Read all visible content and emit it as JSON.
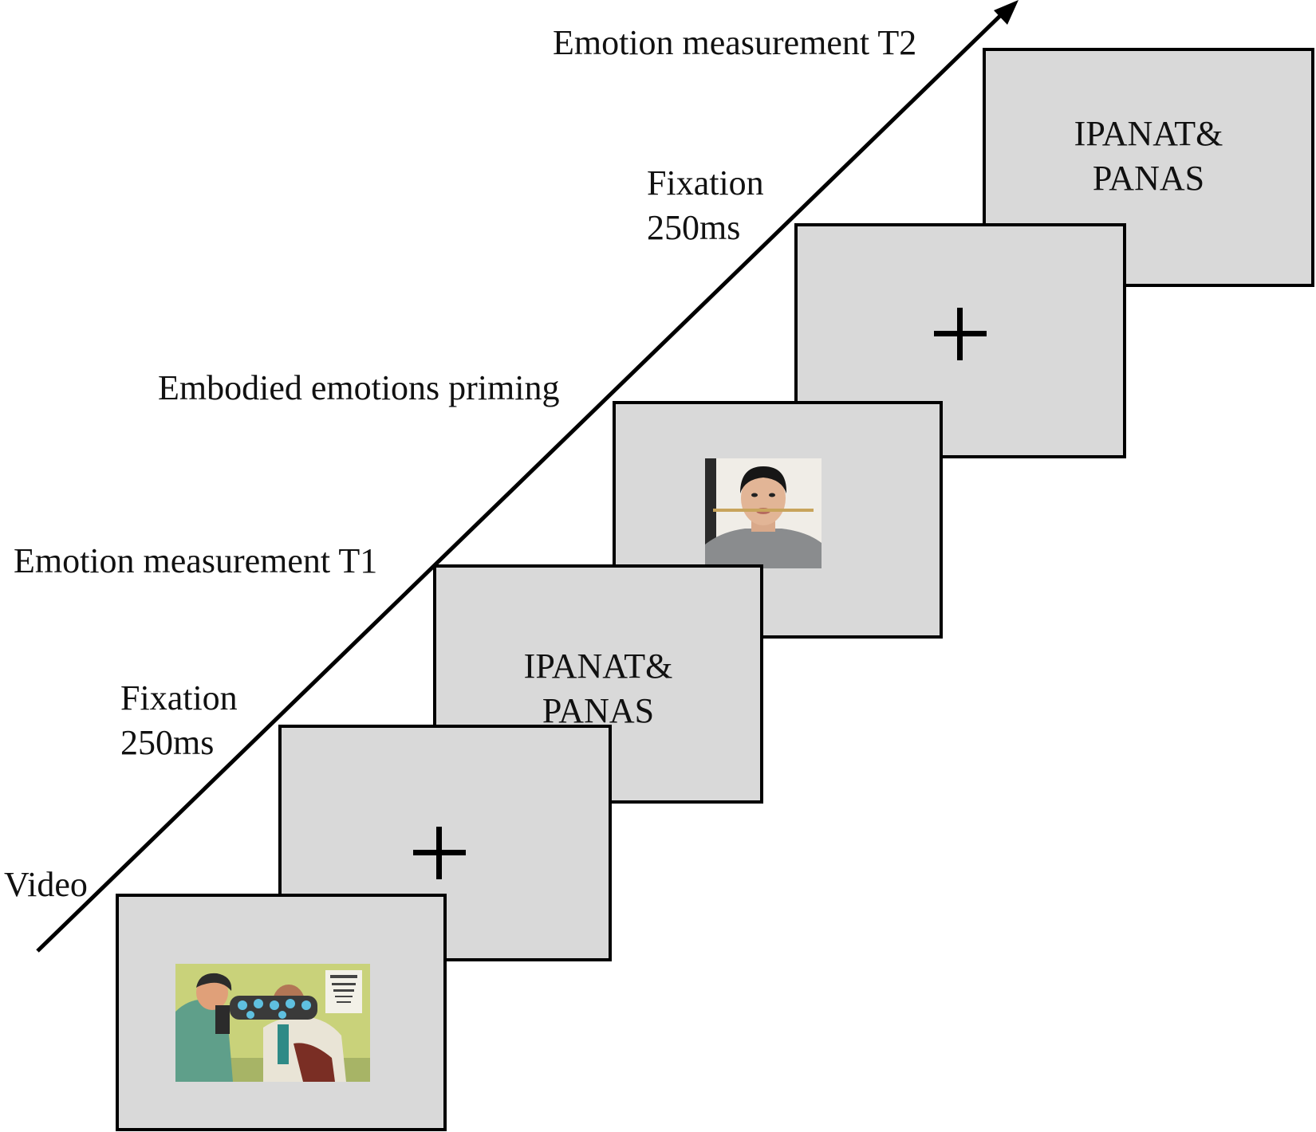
{
  "timeline": {
    "labels": {
      "video": "Video",
      "fixation_1": [
        "Fixation",
        "250ms"
      ],
      "emotion_t1": "Emotion measurement T1",
      "embodied": "Embodied emotions priming",
      "fixation_2": [
        "Fixation",
        "250ms"
      ],
      "emotion_t2": "Emotion measurement T2"
    }
  },
  "screens": {
    "questionnaire_t1": [
      "IPANAT&",
      "PANAS"
    ],
    "questionnaire_t2": [
      "IPANAT&",
      "PANAS"
    ]
  },
  "colors": {
    "screen_fill": "#d9d9d9",
    "border": "#000000"
  }
}
